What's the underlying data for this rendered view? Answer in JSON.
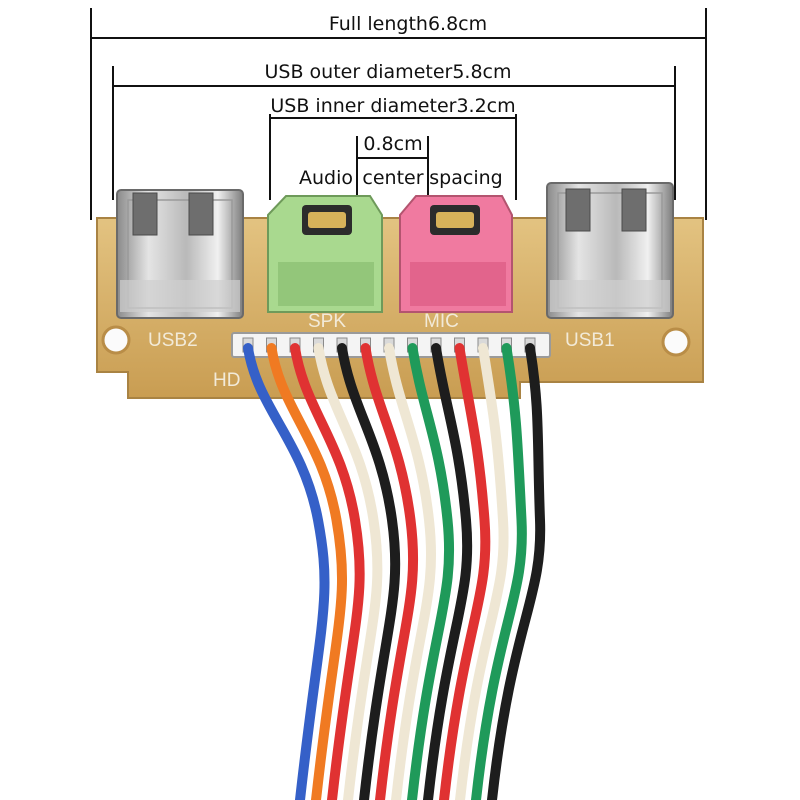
{
  "dimensions": {
    "full_length": "Full length6.8cm",
    "usb_outer": "USB outer diameter5.8cm",
    "usb_inner": "USB inner diameter3.2cm",
    "spacing_value": "0.8cm",
    "audio_word": "Audio",
    "center_word": "center",
    "spacing_word": "spacing"
  },
  "board": {
    "usb_left_label": "USB2",
    "usb_right_label": "USB1",
    "spk_label": "SPK",
    "mic_label": "MIC",
    "hd_label": "HD"
  },
  "colors": {
    "pcb": "#d9b56e",
    "spk_jack": "#a9d98f",
    "mic_jack": "#f07aa0"
  },
  "wires": [
    "blue",
    "orange",
    "red",
    "white",
    "black",
    "red",
    "white",
    "green",
    "black",
    "red",
    "white",
    "green",
    "black"
  ]
}
